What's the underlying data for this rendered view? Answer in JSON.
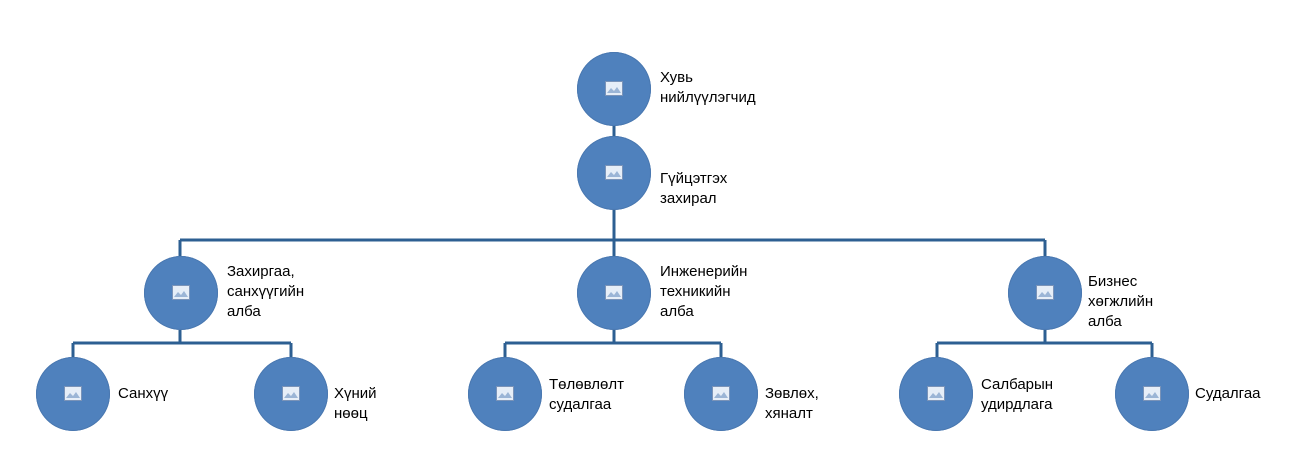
{
  "colors": {
    "node_fill": "#4f81bd",
    "connector": "#2d5f92",
    "text": "#000000"
  },
  "icons": {
    "node_picture": "picture-placeholder-icon"
  },
  "nodes": [
    {
      "id": "owners",
      "label": "Хувь\nнийлүүлэгчид"
    },
    {
      "id": "ceo",
      "label": "Гүйцэтгэх\nзахирал"
    },
    {
      "id": "admin",
      "label": "Захиргаа,\nсанхүүгийн\nалба"
    },
    {
      "id": "engineering",
      "label": "Инженерийн\nтехникийн\nалба"
    },
    {
      "id": "business",
      "label": "Бизнес\nхөгжлийн алба"
    },
    {
      "id": "finance",
      "label": "Санхүү"
    },
    {
      "id": "hr",
      "label": "Хүний нөөц"
    },
    {
      "id": "planning",
      "label": "Төлөвлөлт\nсудалгаа"
    },
    {
      "id": "consulting",
      "label": "Зөвлөх, хяналт"
    },
    {
      "id": "branch",
      "label": "Салбарын\nудирдлага"
    },
    {
      "id": "research",
      "label": "Судалгаа"
    }
  ]
}
